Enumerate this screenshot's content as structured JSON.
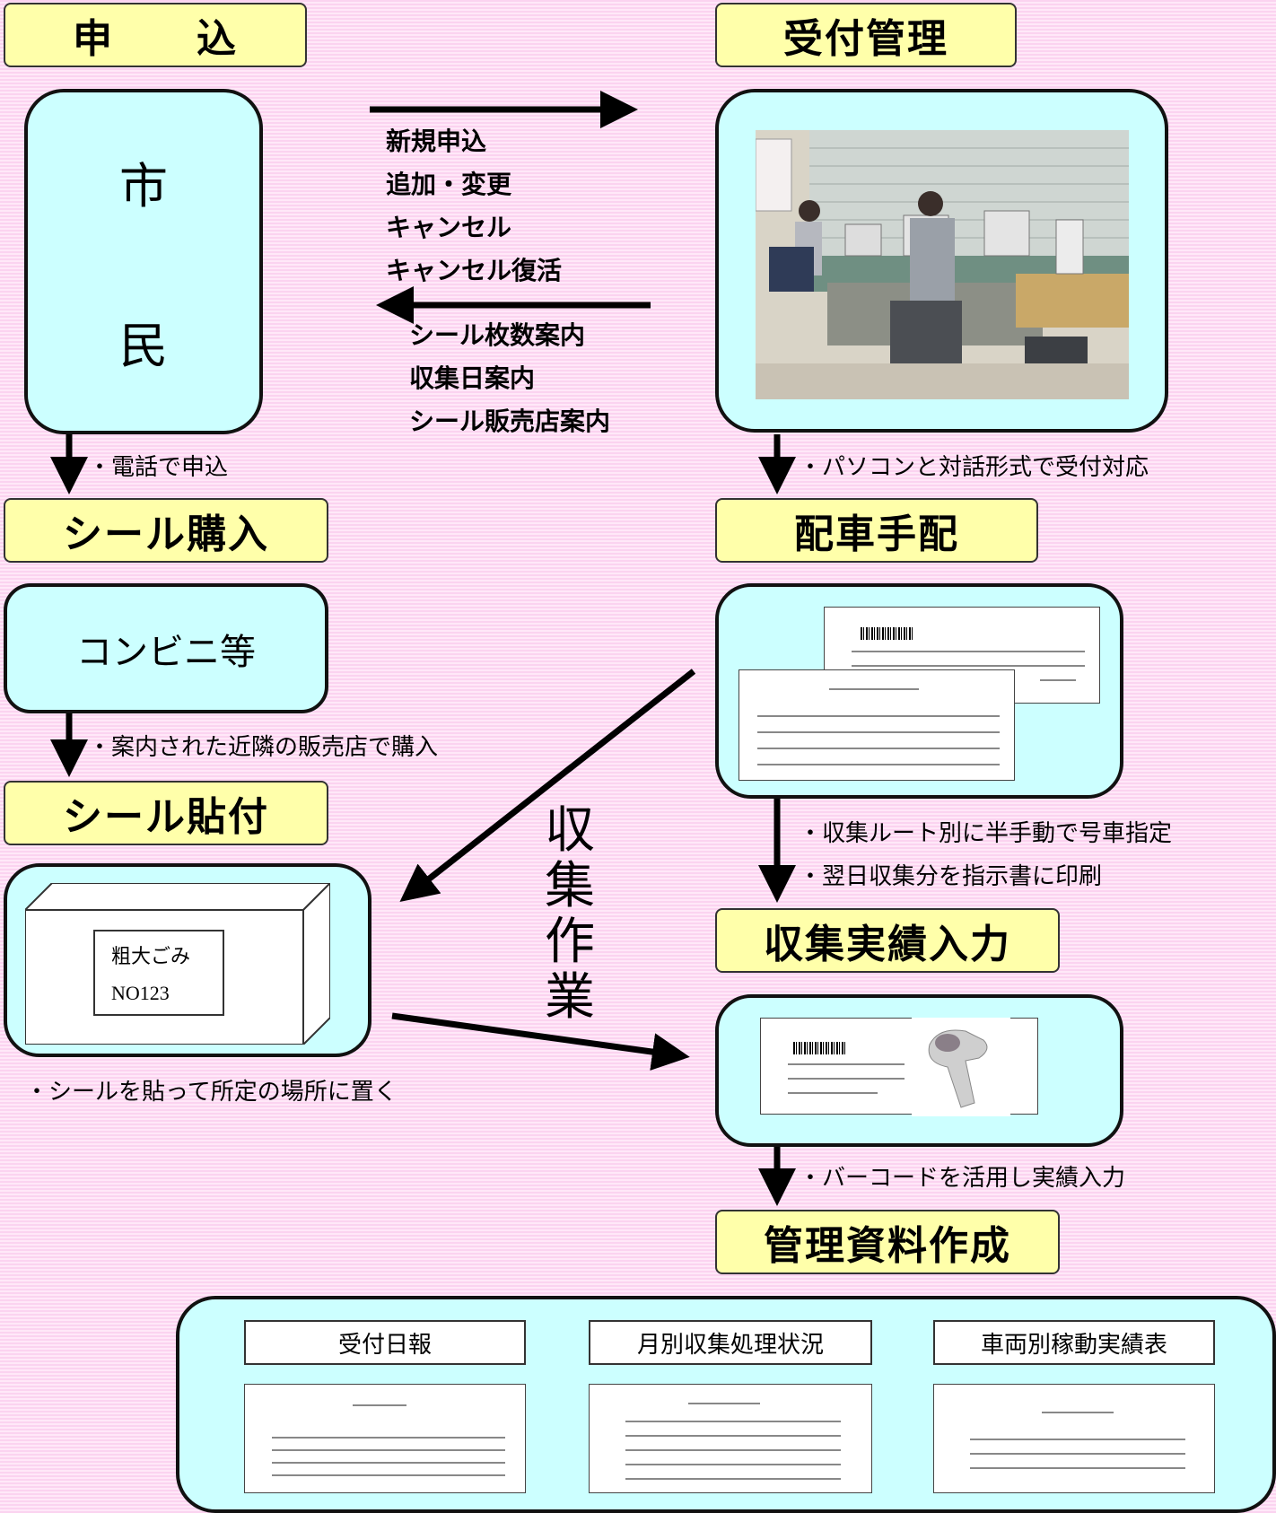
{
  "headers": {
    "apply": "申　　込",
    "reception": "受付管理",
    "sticker_purchase": "シール購入",
    "dispatch": "配車手配",
    "sticker_attach": "シール貼付",
    "record_input": "収集実績入力",
    "mgmt_docs": "管理資料作成"
  },
  "citizen": {
    "char1": "市",
    "char2": "民"
  },
  "store": "コンビニ等",
  "flows_to_reception": [
    "新規申込",
    "追加・変更",
    "キャンセル",
    "キャンセル復活"
  ],
  "flows_to_citizen": [
    "シール枚数案内",
    "収集日案内",
    "シール販売店案内"
  ],
  "notes": {
    "phone": "・電話で申込",
    "pc": "・パソコンと対話形式で受付対応",
    "nearby_store": "・案内された近隣の販売店で購入",
    "route": "・収集ルート別に半手動で号車指定",
    "print": "・翌日収集分を指示書に印刷",
    "place": "・シールを貼って所定の場所に置く",
    "barcode": "・バーコードを活用し実績入力"
  },
  "collection_work": [
    "収",
    "集",
    "作",
    "業"
  ],
  "sticker": {
    "line1": "粗大ごみ",
    "line2": "NO123"
  },
  "reports": [
    "受付日報",
    "月別収集処理状況",
    "車両別稼動実績表"
  ],
  "colors": {
    "yellow_box": "#ffffaa",
    "cyan_box": "#ccffff",
    "background": "#fbd3f0"
  }
}
